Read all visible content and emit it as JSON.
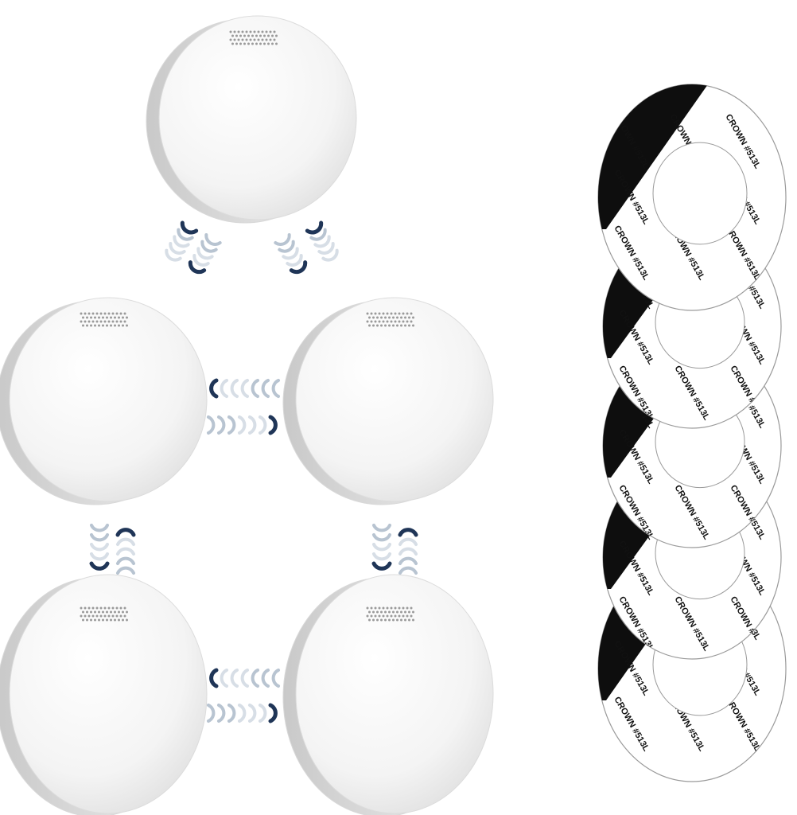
{
  "scene": {
    "detector_count": 5,
    "pad_count": 5,
    "colors": {
      "background": "#ffffff",
      "detector_body": "#f3f3f3",
      "detector_shadow": "#d8d8d8",
      "signal_dark": "#1f3557",
      "signal_light": "#c9d3de",
      "pad_white": "#ffffff",
      "pad_black": "#0e0e0e",
      "pad_text": "#111111"
    },
    "icons": [
      "smoke-detector-icon",
      "wireless-signal-icon",
      "adhesive-pad-icon"
    ]
  },
  "pads": {
    "label": "CROWN #513L"
  }
}
